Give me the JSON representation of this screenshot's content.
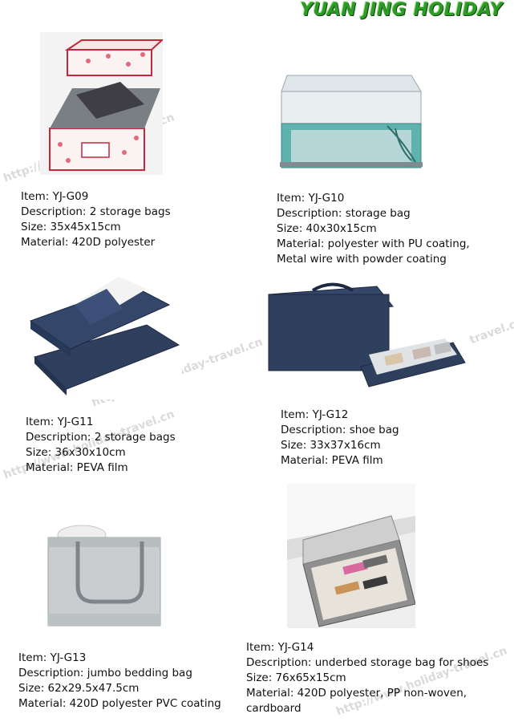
{
  "brand": "YUAN JING HOLIDAY",
  "watermark": "http://www.holiday-travel.cn",
  "colors": {
    "brand_green": "#2f9b26",
    "navy": "#2f3f5e",
    "grey": "#c9cdd0",
    "teal": "#5fb3ae",
    "floral_red": "#c4283a"
  },
  "products": [
    {
      "item": "Item: YJ-G09",
      "description": "Description: 2 storage bags",
      "size": "Size: 35x45x15cm",
      "material": [
        "Material: 420D polyester"
      ]
    },
    {
      "item": "Item: YJ-G10",
      "description": "Description: storage bag",
      "size": "Size: 40x30x15cm",
      "material": [
        "Material: polyester with PU coating,",
        "Metal wire with powder coating"
      ]
    },
    {
      "item": "Item: YJ-G11",
      "description": "Description: 2 storage bags",
      "size": "Size: 36x30x10cm",
      "material": [
        "Material: PEVA film"
      ]
    },
    {
      "item": "Item: YJ-G12",
      "description": "Description: shoe bag",
      "size": "Size: 33x37x16cm",
      "material": [
        "Material: PEVA film"
      ]
    },
    {
      "item": "Item: YJ-G13",
      "description": "Description: jumbo bedding bag",
      "size": "Size: 62x29.5x47.5cm",
      "material": [
        "Material: 420D polyester PVC coating"
      ]
    },
    {
      "item": "Item: YJ-G14",
      "description": "Description: underbed storage bag for shoes",
      "size": "Size: 76x65x15cm",
      "material": [
        "Material: 420D polyester, PP non-woven,",
        "cardboard"
      ]
    }
  ]
}
